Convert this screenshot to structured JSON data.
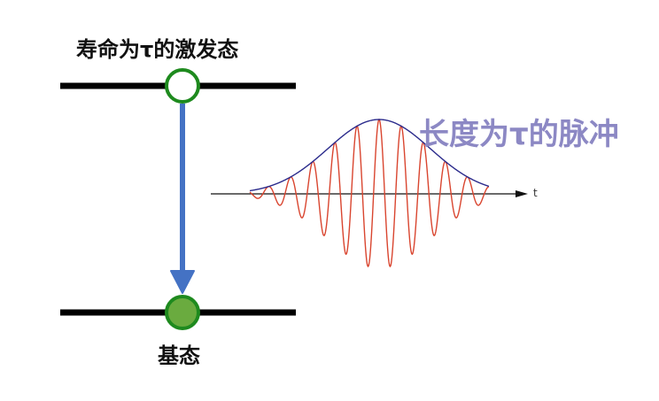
{
  "excited_state": {
    "label": "寿命为τ的激发态"
  },
  "ground_state": {
    "label": "基态"
  },
  "pulse": {
    "label": "长度为τ的脉冲",
    "axis_label": "t"
  },
  "colors": {
    "level_line": "#000000",
    "excited_dot_fill": "#ffffff",
    "dot_stroke": "#1e8a1e",
    "ground_dot_fill": "#6aab3f",
    "transition_arrow": "#4472c4",
    "envelope": "#2b2b8c",
    "wave": "#d9452f",
    "axis": "#111111",
    "pulse_label": "#8c88c4"
  }
}
